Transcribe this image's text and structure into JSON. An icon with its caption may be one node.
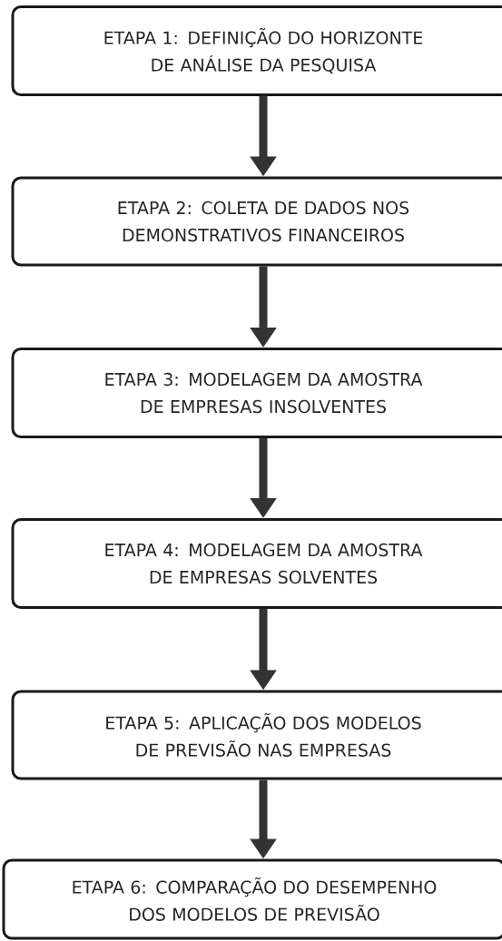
{
  "diagram": {
    "nodes": [
      {
        "text": [
          "ETAPA 1: DEFINIÇÃO DO HORIZONTE DE ANÁLISE DA PESQUISA"
        ]
      },
      {
        "text": [
          "ETAPA 2: COLETA DE DADOS NOS DEMONSTRATIVOS FINANCEIROS"
        ]
      },
      {
        "text": [
          "ETAPA 3: MODELAGEM DA AMOSTRA DE EMPRESAS INSOLVENTES"
        ]
      },
      {
        "text": [
          "ETAPA 4: MODELAGEM DA AMOSTRA DE EMPRESAS SOLVENTES"
        ]
      },
      {
        "text": [
          "ETAPA 5: APLICAÇÃO DOS MODELOS DE PREVISÃO NAS EMPRESAS"
        ]
      },
      {
        "text": [
          "ETAPA 6: COMPARAÇÃO DO DESEMPENHO DOS MODELOS DE PREVISÃO"
        ]
      }
    ],
    "edges": [
      {
        "from": 0,
        "to": 1,
        "arrow": "to"
      },
      {
        "from": 1,
        "to": 2,
        "arrow": "to"
      },
      {
        "from": 2,
        "to": 3,
        "arrow": "to"
      },
      {
        "from": 3,
        "to": 4,
        "arrow": "to"
      },
      {
        "from": 4,
        "to": 5,
        "arrow": "to"
      }
    ]
  }
}
